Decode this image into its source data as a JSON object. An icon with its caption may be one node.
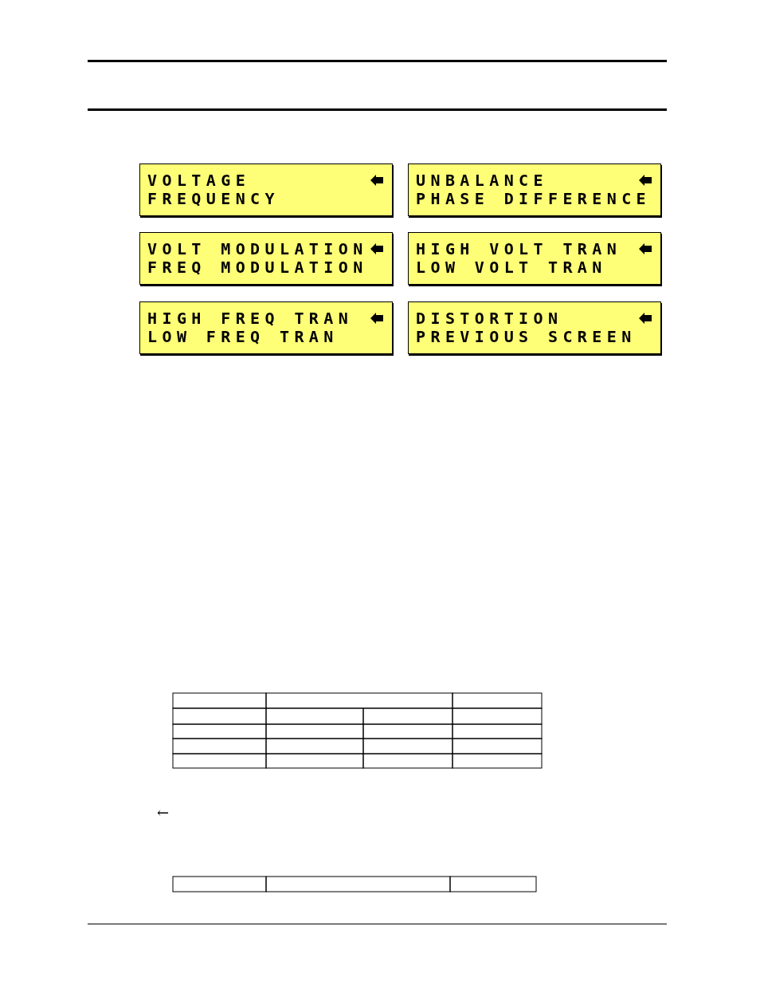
{
  "diagram": {
    "nodes": [
      {
        "text": [
          "VOLTAGE",
          "FREQUENCY"
        ]
      },
      {
        "text": [
          "UNBALANCE",
          "PHASE DIFFERENCE"
        ]
      },
      {
        "text": [
          "VOLT MODULATION",
          "FREQ MODULATION"
        ]
      },
      {
        "text": [
          "HIGH VOLT TRAN",
          "LOW VOLT TRAN"
        ]
      },
      {
        "text": [
          "HIGH FREQ TRAN",
          "LOW FREQ TRAN"
        ]
      },
      {
        "text": [
          "DISTORTION",
          "PREVIOUS SCREEN"
        ]
      }
    ],
    "edges": [],
    "labels": [
      "←"
    ]
  }
}
